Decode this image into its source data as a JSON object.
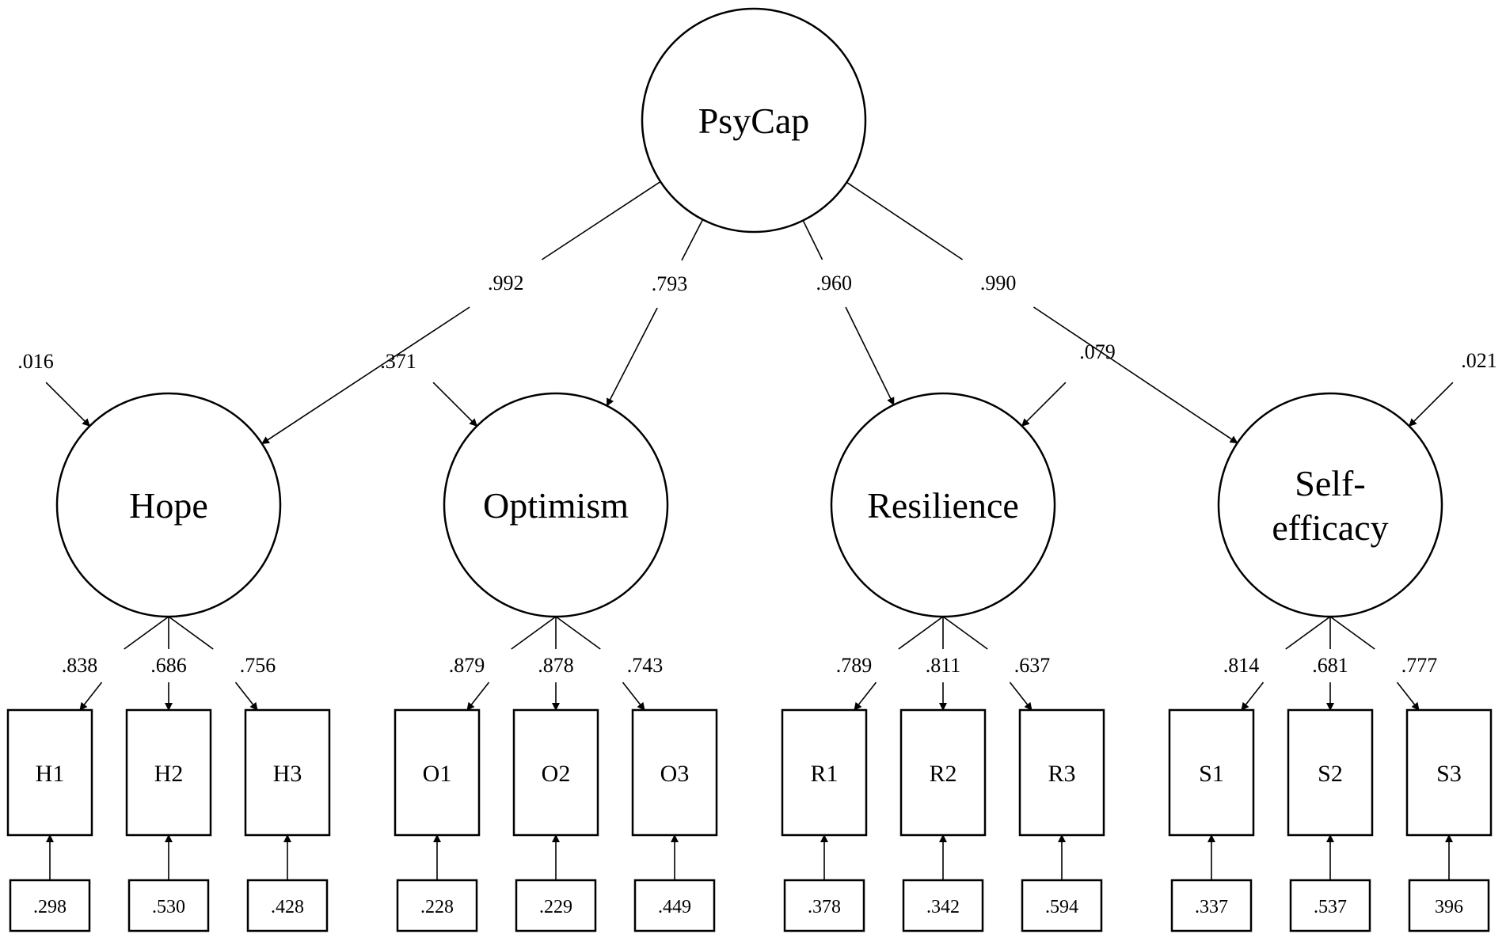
{
  "root": {
    "label": "PsyCap"
  },
  "factors": [
    {
      "lines": [
        "Hope"
      ],
      "path_coefficient": ".992",
      "disturbance": ".016",
      "items": [
        {
          "label": "H1",
          "loading": ".838",
          "error": ".298"
        },
        {
          "label": "H2",
          "loading": ".686",
          "error": ".530"
        },
        {
          "label": "H3",
          "loading": ".756",
          "error": ".428"
        }
      ]
    },
    {
      "lines": [
        "Optimism"
      ],
      "path_coefficient": ".793",
      "disturbance": ".371",
      "items": [
        {
          "label": "O1",
          "loading": ".879",
          "error": ".228"
        },
        {
          "label": "O2",
          "loading": ".878",
          "error": ".229"
        },
        {
          "label": "O3",
          "loading": ".743",
          "error": ".449"
        }
      ]
    },
    {
      "lines": [
        "Resilience"
      ],
      "path_coefficient": ".960",
      "disturbance": ".079",
      "items": [
        {
          "label": "R1",
          "loading": ".789",
          "error": ".378"
        },
        {
          "label": "R2",
          "loading": ".811",
          "error": ".342"
        },
        {
          "label": "R3",
          "loading": ".637",
          "error": ".594"
        }
      ]
    },
    {
      "lines": [
        "Self-",
        "efficacy"
      ],
      "path_coefficient": ".990",
      "disturbance": ".021",
      "items": [
        {
          "label": "S1",
          "loading": ".814",
          "error": ".337"
        },
        {
          "label": "S2",
          "loading": ".681",
          "error": ".537"
        },
        {
          "label": "S3",
          "loading": ".777",
          "error": "396"
        }
      ]
    }
  ]
}
